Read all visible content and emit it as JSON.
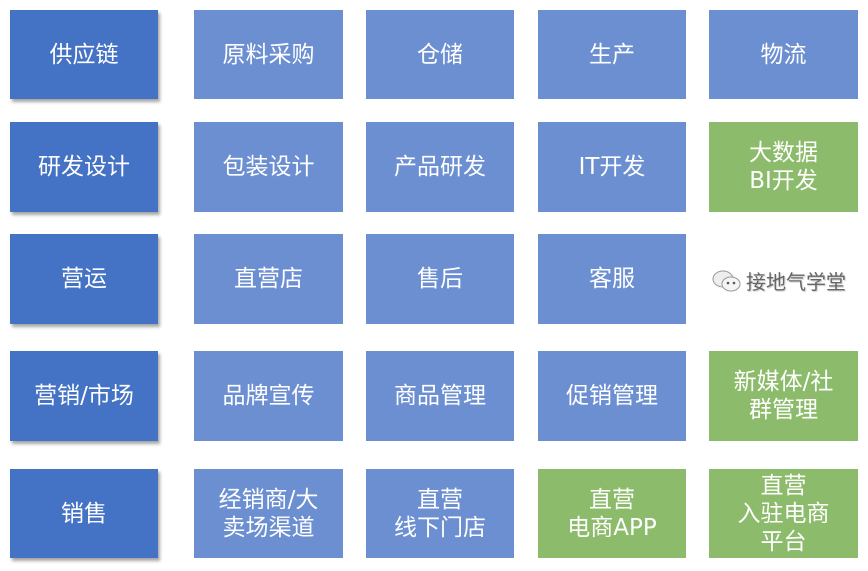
{
  "rows": [
    [
      {
        "label": "供应链",
        "style": "dark"
      },
      {
        "label": "原料采购",
        "style": "light"
      },
      {
        "label": "仓储",
        "style": "light"
      },
      {
        "label": "生产",
        "style": "light"
      },
      {
        "label": "物流",
        "style": "light"
      }
    ],
    [
      {
        "label": "研发设计",
        "style": "dark"
      },
      {
        "label": "包装设计",
        "style": "light"
      },
      {
        "label": "产品研发",
        "style": "light"
      },
      {
        "label": "IT开发",
        "style": "light"
      },
      {
        "label": "大数据\nBI开发",
        "style": "green"
      }
    ],
    [
      {
        "label": "营运",
        "style": "dark"
      },
      {
        "label": "直营店",
        "style": "light"
      },
      {
        "label": "售后",
        "style": "light"
      },
      {
        "label": "客服",
        "style": "light"
      }
    ],
    [
      {
        "label": "营销/市场",
        "style": "dark"
      },
      {
        "label": "品牌宣传",
        "style": "light"
      },
      {
        "label": "商品管理",
        "style": "light"
      },
      {
        "label": "促销管理",
        "style": "light"
      },
      {
        "label": "新媒体/社\n群管理",
        "style": "green"
      }
    ],
    [
      {
        "label": "销售",
        "style": "dark"
      },
      {
        "label": "经销商/大\n卖场渠道",
        "style": "light"
      },
      {
        "label": "直营\n线下门店",
        "style": "light"
      },
      {
        "label": "直营\n电商APP",
        "style": "green"
      },
      {
        "label": "直营\n入驻电商\n平台",
        "style": "green"
      }
    ]
  ],
  "watermark": {
    "text": "接地气学堂",
    "icon": "wechat-icon"
  },
  "colors": {
    "dark": "#4472C4",
    "light": "#6C8FD2",
    "green": "#8CBB6B"
  }
}
